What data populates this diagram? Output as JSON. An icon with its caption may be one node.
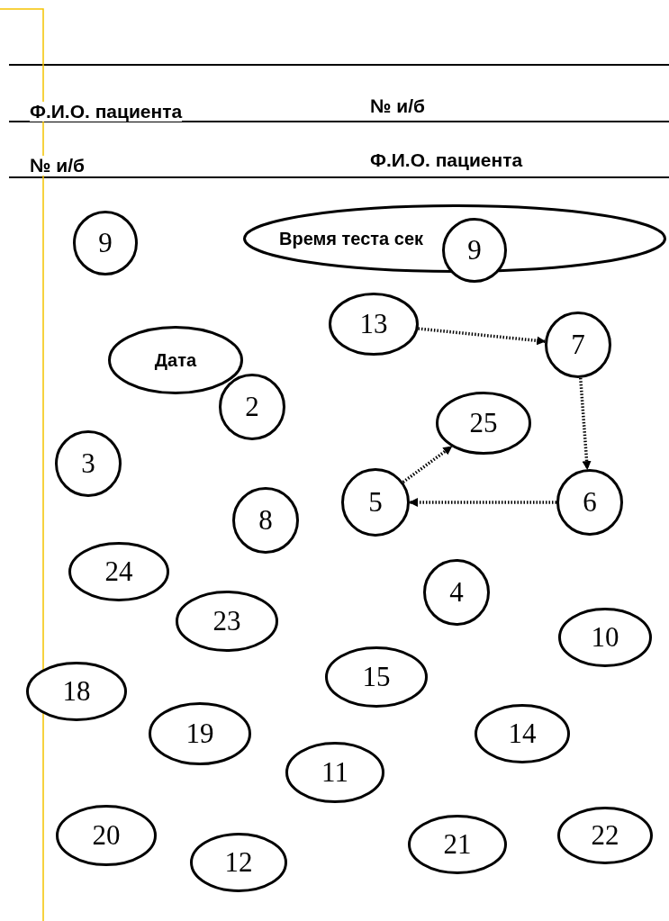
{
  "diagram": {
    "nodes": [
      {
        "text": [
          "9"
        ]
      },
      {
        "text": [
          "Время теста сек"
        ]
      },
      {
        "text": [
          "9"
        ]
      },
      {
        "text": [
          "13"
        ]
      },
      {
        "text": [
          "7"
        ]
      },
      {
        "text": [
          "Дата"
        ]
      },
      {
        "text": [
          "2"
        ]
      },
      {
        "text": [
          "25"
        ]
      },
      {
        "text": [
          "3"
        ]
      },
      {
        "text": [
          "5"
        ]
      },
      {
        "text": [
          "6"
        ]
      },
      {
        "text": [
          "8"
        ]
      },
      {
        "text": [
          "24"
        ]
      },
      {
        "text": [
          "4"
        ]
      },
      {
        "text": [
          "23"
        ]
      },
      {
        "text": [
          "10"
        ]
      },
      {
        "text": [
          "15"
        ]
      },
      {
        "text": [
          "18"
        ]
      },
      {
        "text": [
          "19"
        ]
      },
      {
        "text": [
          "14"
        ]
      },
      {
        "text": [
          "11"
        ]
      },
      {
        "text": [
          "20"
        ]
      },
      {
        "text": [
          "22"
        ]
      },
      {
        "text": [
          "21"
        ]
      },
      {
        "text": [
          "12"
        ]
      }
    ],
    "edges": [
      {
        "from": 3,
        "to": 4,
        "arrow": "to",
        "style": "dashed"
      },
      {
        "from": 4,
        "to": 10,
        "arrow": "to",
        "style": "dashed"
      },
      {
        "from": 10,
        "to": 9,
        "arrow": "to",
        "style": "dashed"
      },
      {
        "from": 9,
        "to": 7,
        "arrow": "to",
        "style": "dashed"
      }
    ],
    "labels": [
      "Ф.И.О. пациента",
      "№ и/б",
      "№ и/б",
      "Ф.И.О. пациента"
    ]
  }
}
